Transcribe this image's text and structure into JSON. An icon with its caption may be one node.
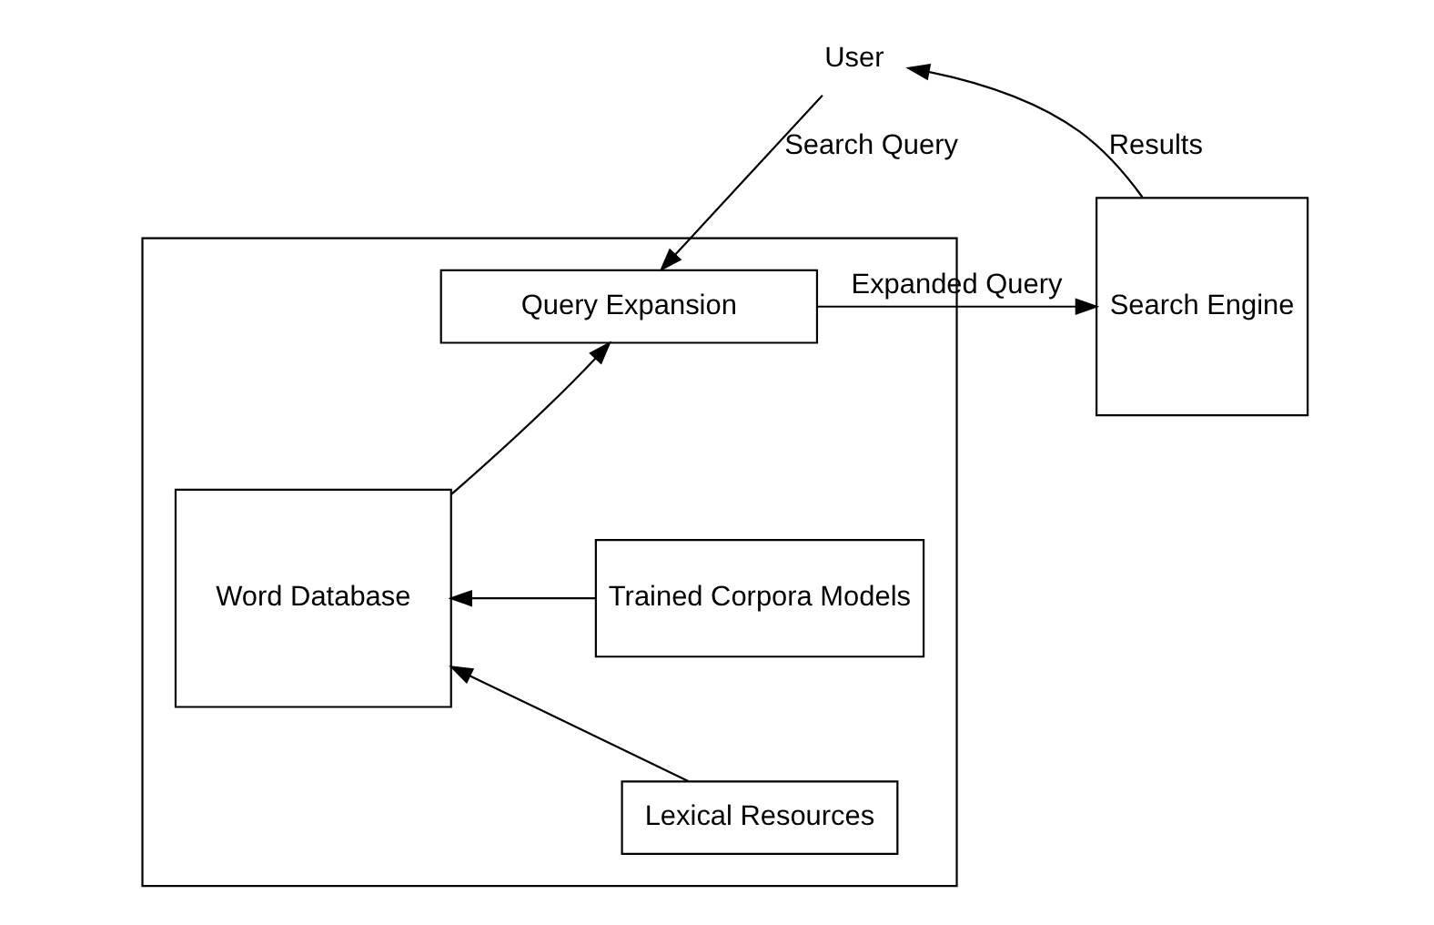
{
  "diagram": {
    "nodes": [
      {
        "text": [
          "User"
        ]
      },
      {
        "text": [],
        "shape": "box"
      },
      {
        "text": [
          "Query Expansion"
        ],
        "in": 1
      },
      {
        "text": [
          "Search Engine"
        ]
      },
      {
        "text": [
          "Word Database"
        ],
        "in": 1
      },
      {
        "text": [
          "Trained Corpora Models"
        ],
        "in": 1
      },
      {
        "text": [
          "Lexical Resources"
        ],
        "in": 1
      }
    ],
    "edges": [
      {
        "from": 0,
        "to": 2,
        "arrow": "to",
        "label": "Search Query"
      },
      {
        "from": 3,
        "to": 0,
        "arrow": "to",
        "label": "Results"
      },
      {
        "from": 2,
        "to": 3,
        "arrow": "to",
        "label": "Expanded Query"
      },
      {
        "from": 4,
        "to": 2,
        "arrow": "to"
      },
      {
        "from": 5,
        "to": 4,
        "arrow": "to"
      },
      {
        "from": 6,
        "to": 4,
        "arrow": "to"
      }
    ]
  }
}
